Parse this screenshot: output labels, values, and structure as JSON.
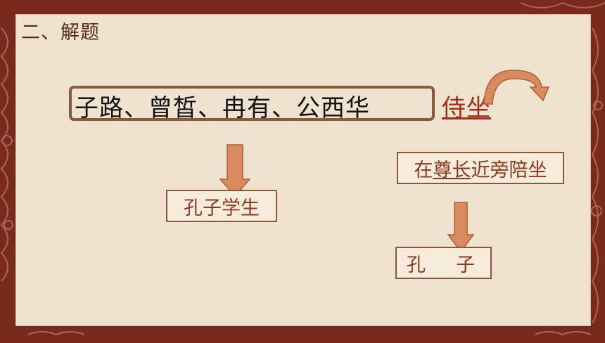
{
  "section": {
    "title": "二、解题"
  },
  "heading": {
    "names_text": "子路、曾皙、冉有、公西华",
    "highlight_text": "侍坐"
  },
  "boxes": {
    "students": "孔子学生",
    "desc_part1": "在",
    "desc_underlined": "尊长",
    "desc_part2": "近旁陪坐",
    "kongzi": "孔　子"
  },
  "colors": {
    "frame": "#7a2a1c",
    "slide_background": "#efe2cf",
    "arrow_fill": "#d98a5e",
    "text_accent": "#8a3a22"
  }
}
